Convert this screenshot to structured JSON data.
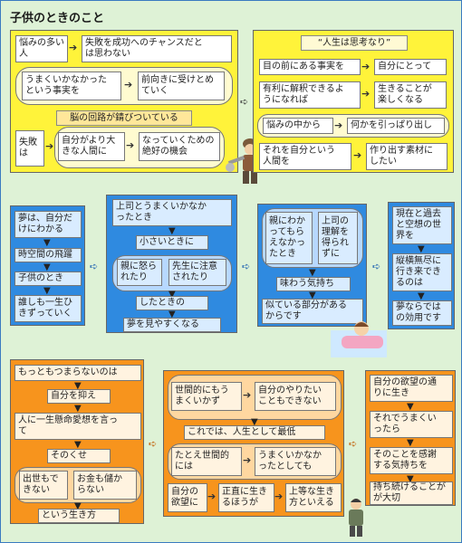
{
  "title": "子供のときのこと",
  "panel1": {
    "r1_left": "悩みの多い\n人",
    "r1_right": "失敗を成功へのチャンスだと\nは思わない",
    "r2_left": "うまくいかなかった\nという事実を",
    "r2_right": "前向きに受けとめ\nていく",
    "banner": "脳の回路が錆びついている",
    "r3_left": "失敗\nは",
    "r3_mid": "自分がより大\nきな人間に",
    "r3_right": "なっていくための\n絶好の機会"
  },
  "panel2": {
    "title": "“人生は思考なり”",
    "r1_left": "目の前にある事実を",
    "r1_right": "自分にとって",
    "r2_left": "有利に解釈できるよ\nうになれば",
    "r2_right": "生きることが\n楽しくなる",
    "r3_left": "悩みの中から",
    "r3_right": "何かを引っぱり出し",
    "r4_left": "それを自分という\n人間を",
    "r4_right": "作り出す素材に\nしたい"
  },
  "panel3": {
    "b1": "夢は、自分だ\nけにわかる",
    "b2": "時空間の飛躍",
    "b3": "子供のとき",
    "b4": "誰しも一生ひ\nきずっていく"
  },
  "panel4": {
    "b1": "上司とうまくいかなか\nったとき",
    "b2": "小さいときに",
    "b3": "親に怒ら\nれたり",
    "b4": "先生に注意\nされたり",
    "b5": "したときの",
    "b6": "夢を見やすくなる"
  },
  "panel5": {
    "b1": "親にわか\nってもら\nえなかっ\nたとき",
    "b2": "上司の\n理解を\n得られ\nずに",
    "b3": "味わう気持ち",
    "b4": "似ている部分がある\nからです"
  },
  "panel6": {
    "b1": "現在と過去\nと空想の世\n界を",
    "b2": "縦横無尽に\n行き来でき\nるのは",
    "b3": "夢ならでは\nの効用です"
  },
  "panel7": {
    "b1": "もっともつまらないのは",
    "b2": "自分を抑え",
    "b3": "人に一生懸命愛想を言っ\nて",
    "b4": "そのくせ",
    "b5": "出世もで\nきない",
    "b6": "お金も儲か\nらない",
    "b7": "という生き方"
  },
  "panel8": {
    "b1": "世間的にもう\nまくいかず",
    "b2": "自分のやりたい\nこともできない",
    "b3": "これでは、人生として最低",
    "b4": "たとえ世間的\nには",
    "b5": "うまくいかなか\nったとしても",
    "b6": "自分の\n欲望に",
    "b7": "正直に生き\nるほうが",
    "b8": "上等な生き\n方といえる"
  },
  "panel9": {
    "b1": "自分の欲望の通\nりに生き",
    "b2": "それでうまくい\nったら",
    "b3": "そのことを感謝\nする気持ちを",
    "b4": "持ち続けることが\nが大切"
  },
  "colors": {
    "yellow": "#fff33a",
    "blue": "#2f8ae0",
    "orange": "#f7941d",
    "background": "#def2d6"
  }
}
